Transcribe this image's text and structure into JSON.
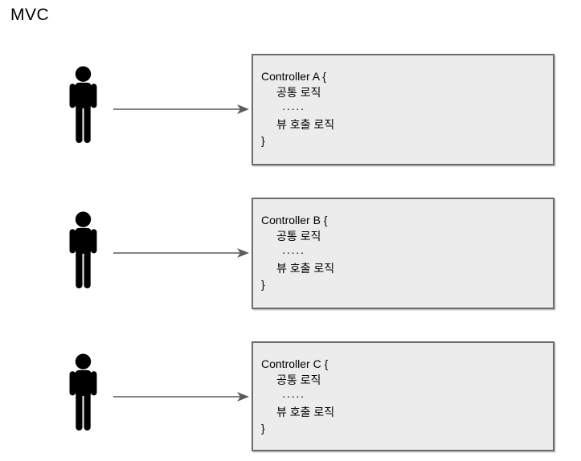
{
  "title": "MVC",
  "colors": {
    "background": "#ffffff",
    "box_fill": "#ececec",
    "box_border": "#6b6b6b",
    "arrow": "#5c5c5c",
    "person": "#000000",
    "text": "#000000"
  },
  "rows": [
    {
      "actor_icon": "person-icon",
      "lines": [
        "Controller A {",
        "공통 로직",
        "·····",
        "뷰 호출 로직",
        "}"
      ]
    },
    {
      "actor_icon": "person-icon",
      "lines": [
        "Controller B {",
        "공통 로직",
        "·····",
        "뷰 호출 로직",
        "}"
      ]
    },
    {
      "actor_icon": "person-icon",
      "lines": [
        "Controller C {",
        "공통 로직",
        "·····",
        "뷰 호출 로직",
        "}"
      ]
    }
  ]
}
